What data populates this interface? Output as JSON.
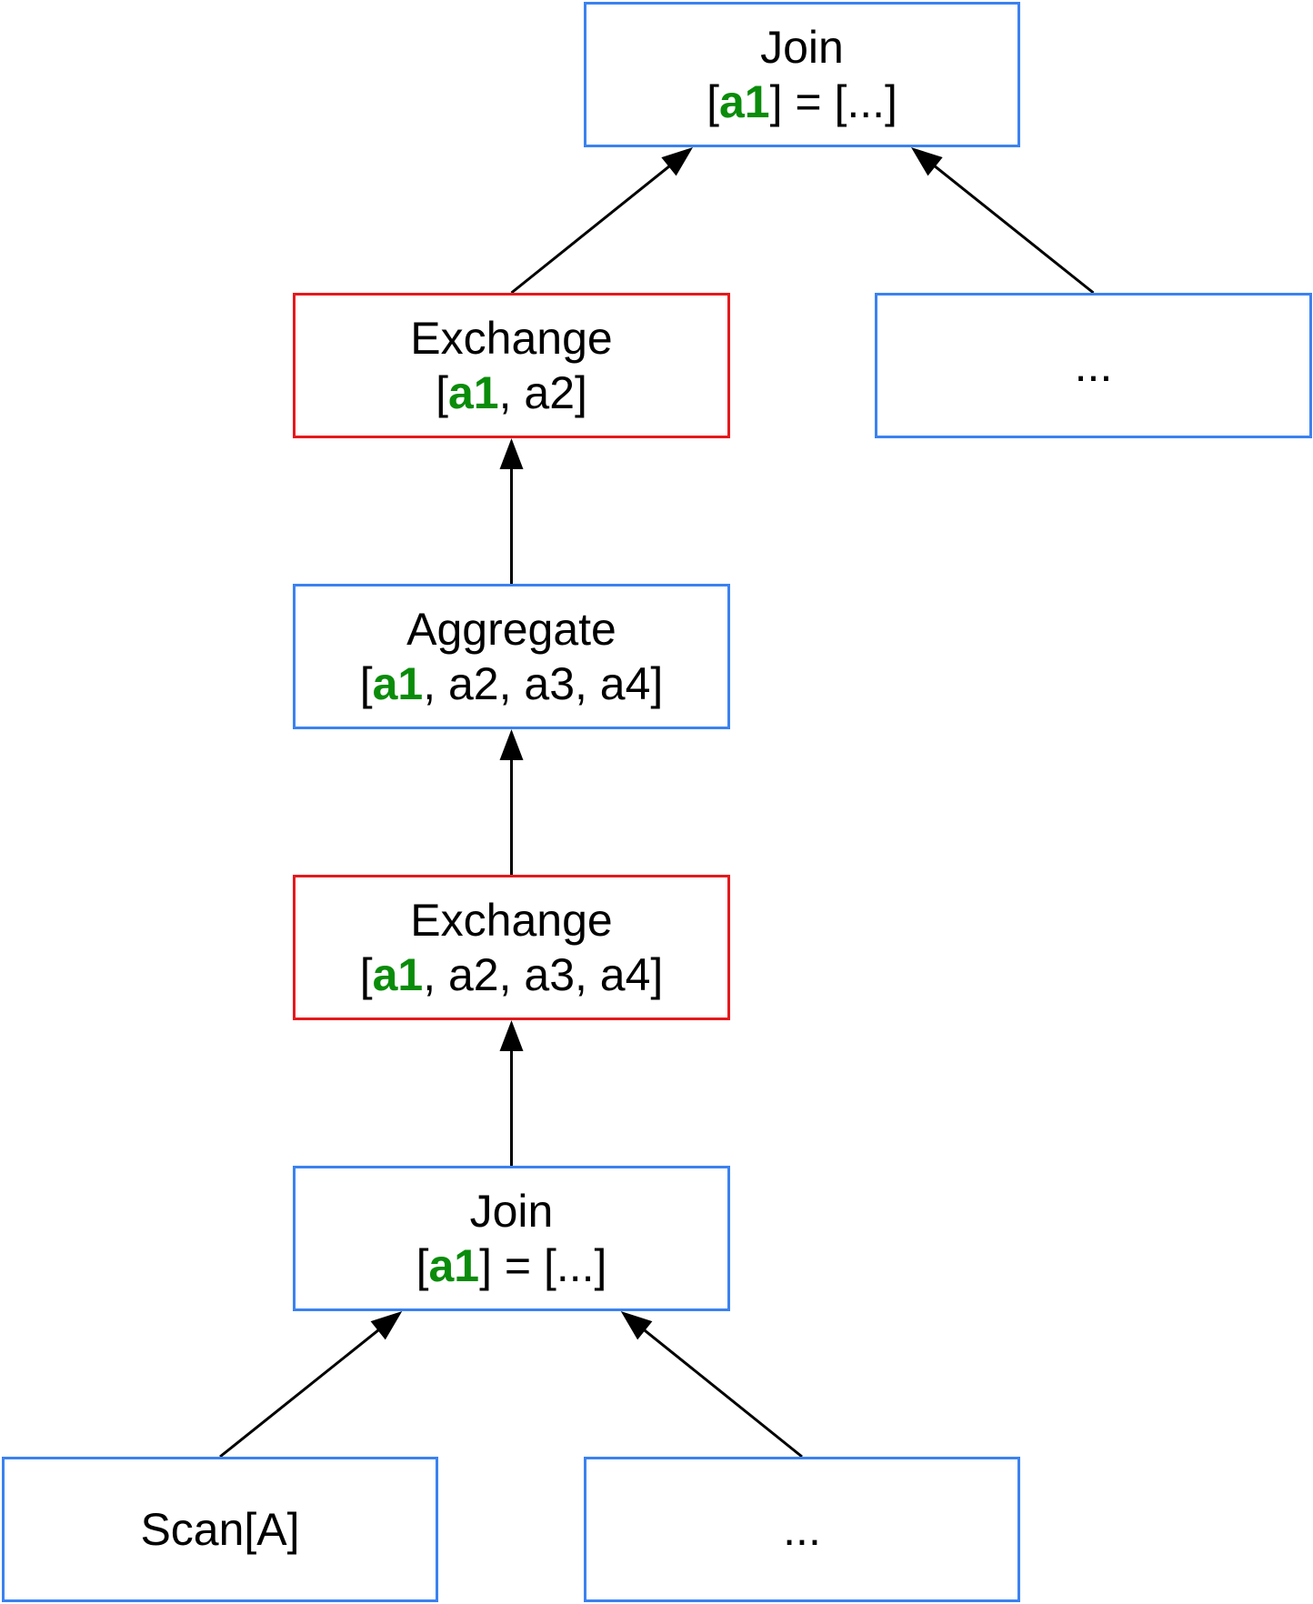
{
  "colors": {
    "node_border": "#3B82F0",
    "exchange_border": "#E5191C",
    "highlight_column": "#0A8C0A",
    "text": "#000000",
    "arrow": "#000000"
  },
  "nodes": [
    {
      "id": "join-top",
      "kind": "join",
      "title": "Join",
      "cols_open": "[",
      "cols_key": "a1",
      "cols_rest": "] = [...]"
    },
    {
      "id": "exchange-top",
      "kind": "exchange",
      "title": "Exchange",
      "cols_open": "[",
      "cols_key": "a1",
      "cols_rest": ", a2]"
    },
    {
      "id": "ellipsis-right",
      "kind": "placeholder",
      "title": "..."
    },
    {
      "id": "aggregate",
      "kind": "aggregate",
      "title": "Aggregate",
      "cols_open": "[",
      "cols_key": "a1",
      "cols_rest": ", a2, a3, a4]"
    },
    {
      "id": "exchange-bottom",
      "kind": "exchange",
      "title": "Exchange",
      "cols_open": "[",
      "cols_key": "a1",
      "cols_rest": ", a2, a3, a4]"
    },
    {
      "id": "join-bottom",
      "kind": "join",
      "title": "Join",
      "cols_open": "[",
      "cols_key": "a1",
      "cols_rest": "] = [...]"
    },
    {
      "id": "scan-a",
      "kind": "scan",
      "title": "Scan[A]"
    },
    {
      "id": "ellipsis-bottom",
      "kind": "placeholder",
      "title": "..."
    }
  ],
  "edges": [
    {
      "from": "exchange-top",
      "to": "join-top"
    },
    {
      "from": "ellipsis-right",
      "to": "join-top"
    },
    {
      "from": "aggregate",
      "to": "exchange-top"
    },
    {
      "from": "exchange-bottom",
      "to": "aggregate"
    },
    {
      "from": "join-bottom",
      "to": "exchange-bottom"
    },
    {
      "from": "scan-a",
      "to": "join-bottom"
    },
    {
      "from": "ellipsis-bottom",
      "to": "join-bottom"
    }
  ]
}
